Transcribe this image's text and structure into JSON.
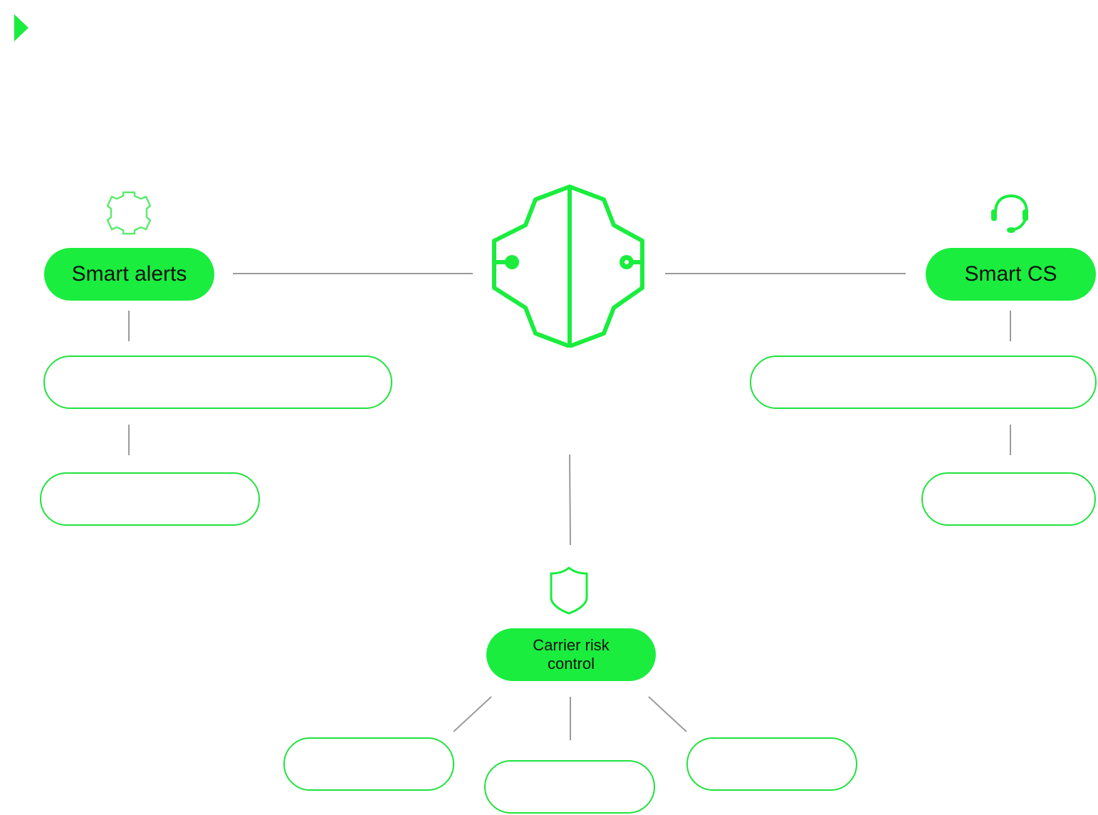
{
  "colors": {
    "accent": "#1aed3e",
    "outline": "#22e23f",
    "connector": "#9b9b9b"
  },
  "icons": {
    "nav": "play-triangle-icon",
    "center": "brain-chip-icon",
    "alerts": "gear-icon",
    "cs": "headset-icon",
    "risk": "shield-icon"
  },
  "nodes": {
    "smart_alerts": "Smart alerts",
    "smart_cs": "Smart CS",
    "risk_control": "Carrier risk control"
  }
}
